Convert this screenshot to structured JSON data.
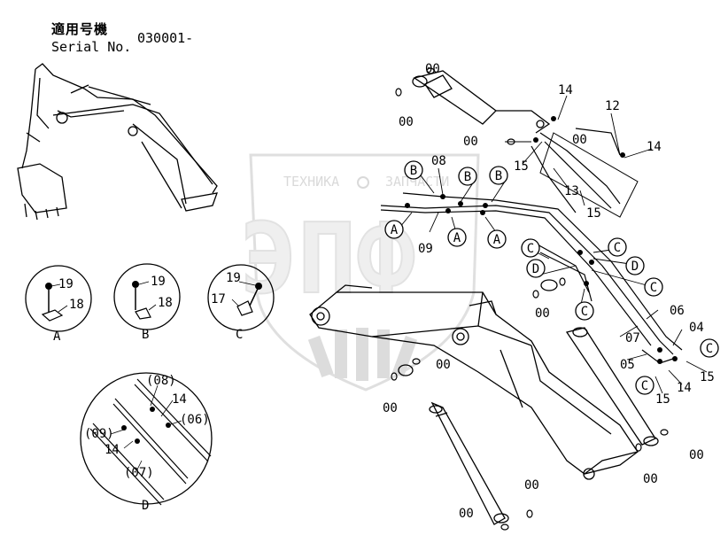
{
  "header": {
    "applicable_model_jp": "適用号機",
    "serial_label": "Serial No.",
    "serial_value": "030001-"
  },
  "watermark": {
    "company": "ТЕХНИКА",
    "company2": "ЗАПЧАСТИ",
    "logo": "ЭПФ"
  },
  "callouts": {
    "A": "A",
    "B": "B",
    "C": "C",
    "D": "D"
  },
  "parts": {
    "p00": "00",
    "p04": "04",
    "p05": "05",
    "p06": "06",
    "p07": "07",
    "p08": "08",
    "p09": "09",
    "p12": "12",
    "p13": "13",
    "p14": "14",
    "p15": "15",
    "p17": "17",
    "p18": "18",
    "p19": "19"
  },
  "detail_D": {
    "p08": "(08)",
    "p14": "14",
    "p06": "(06)",
    "p09": "(09)",
    "p07": "(07)"
  },
  "detail_labels": {
    "A": "A",
    "B": "B",
    "C": "C",
    "D": "D"
  }
}
